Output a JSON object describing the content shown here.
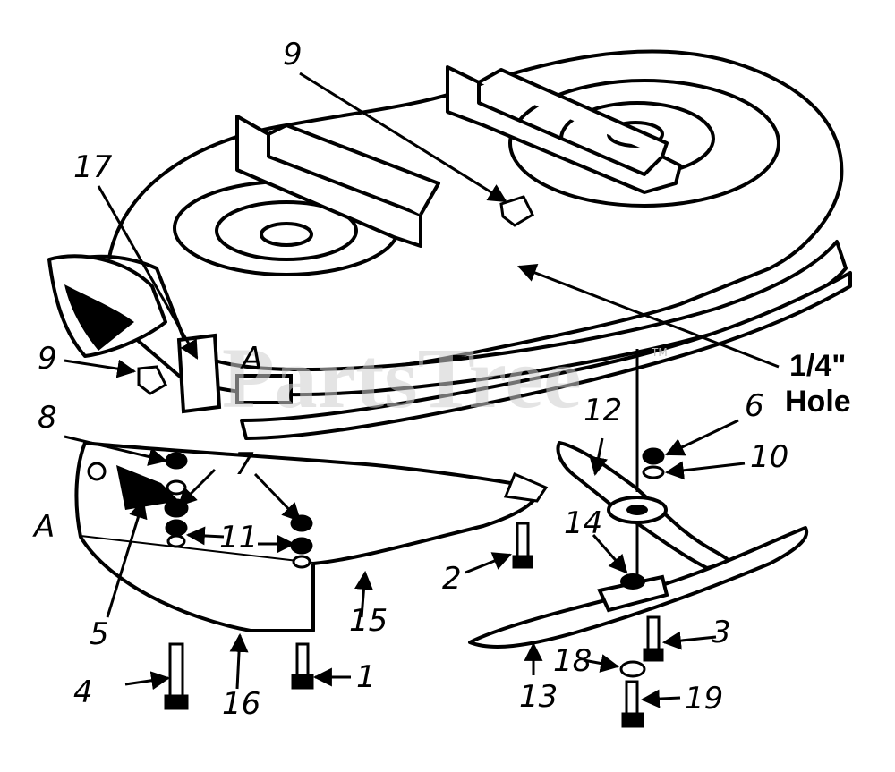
{
  "diagram": {
    "callouts": {
      "n1": "1",
      "n2": "2",
      "n3": "3",
      "n4": "4",
      "n5": "5",
      "n6": "6",
      "n7": "7",
      "n8": "8",
      "n9a": "9",
      "n9b": "9",
      "n10": "10",
      "n11": "11",
      "n12": "12",
      "n13": "13",
      "n14": "14",
      "n15": "15",
      "n16": "16",
      "n17": "17",
      "n18": "18",
      "n19": "19",
      "a1": "A",
      "a2": "A"
    },
    "hole_note": {
      "line1": "1/4\"",
      "line2": "Hole"
    },
    "watermark": {
      "brand": "PartsTree",
      "tm": "TM"
    }
  }
}
